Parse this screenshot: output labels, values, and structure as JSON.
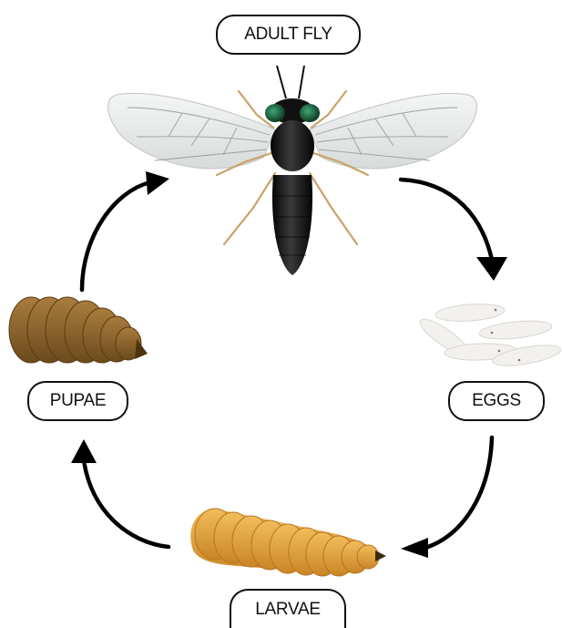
{
  "labels": {
    "adult": "ADULT FLY",
    "eggs": "EGGS",
    "larvae": "LARVAE",
    "pupae": "PUPAE"
  },
  "colors": {
    "arrow": "#000000",
    "fly_body": "#1a1a1a",
    "fly_eye": "#1f6b43",
    "wing": "#e9eceb",
    "leg": "#c9a36a",
    "egg": "#f3f1ee",
    "larva": "#e3a23e",
    "pupa": "#8a6428"
  },
  "icons": [
    "adult-fly-icon",
    "eggs-icon",
    "larva-icon",
    "pupa-icon",
    "cycle-arrow-icon"
  ]
}
